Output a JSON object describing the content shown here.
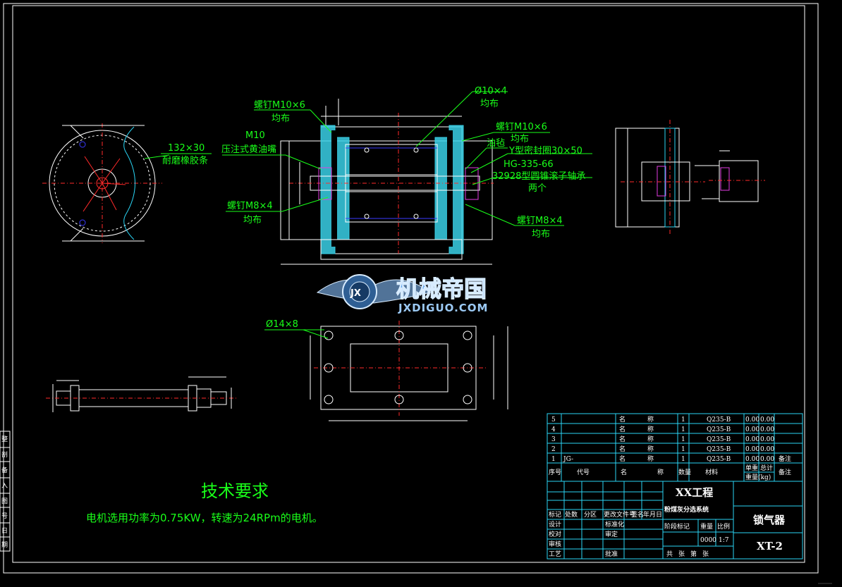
{
  "labels": {
    "strip": "132×30",
    "strip_desc": "耐磨橡胶条",
    "screw_m10_left": "螺钉M10×6",
    "uniform_1": "均布",
    "m10": "M10",
    "grease_cup": "压注式黄油嘴",
    "screw_m8_left": "螺钉M8×4",
    "uniform_2": "均布",
    "hole_d10": "Ø10×4",
    "uniform_3": "均布",
    "screw_m10_right": "螺钉M10×6",
    "uniform_4": "均布",
    "felt": "油毡",
    "y_seal": "Y型密封圈30×50",
    "hg_std": "HG-335-66",
    "bearing": "32928型圆锥滚子轴承",
    "bearing_qty": "两个",
    "screw_m8_right": "螺钉M8×4",
    "uniform_5": "均布",
    "hole_d14": "Ø14×8"
  },
  "logo": {
    "cn": "机械帝国",
    "en": "JXDIGUO.COM",
    "badge": "JX"
  },
  "requirements": {
    "title": "技术要求",
    "text": "电机选用功率为0.75KW，转速为24RPm的电机。"
  },
  "bom": {
    "rows": [
      {
        "no": "5",
        "code": "",
        "name1": "名",
        "name2": "称",
        "qty": "1",
        "material": "Q235-B",
        "w1": "0.00",
        "w2": "0.00",
        "remark": ""
      },
      {
        "no": "4",
        "code": "",
        "name1": "名",
        "name2": "称",
        "qty": "1",
        "material": "Q235-B",
        "w1": "0.00",
        "w2": "0.00",
        "remark": ""
      },
      {
        "no": "3",
        "code": "",
        "name1": "名",
        "name2": "称",
        "qty": "1",
        "material": "Q235-B",
        "w1": "0.00",
        "w2": "0.00",
        "remark": ""
      },
      {
        "no": "2",
        "code": "",
        "name1": "名",
        "name2": "称",
        "qty": "1",
        "material": "Q235-B",
        "w1": "0.00",
        "w2": "0.00",
        "remark": ""
      },
      {
        "no": "1",
        "code": "JG-",
        "name1": "名",
        "name2": "称",
        "qty": "1",
        "material": "Q235-B",
        "w1": "0.00",
        "w2": "0.00",
        "remark": "备注"
      }
    ],
    "header": {
      "no": "序号",
      "code": "代号",
      "name1": "名",
      "name2": "称",
      "qty": "数量",
      "material": "材料",
      "unit_w": "单重",
      "unit_w2": "重量(kg)",
      "total_w": "总计",
      "remark": "备注"
    }
  },
  "title_block": {
    "project": "XX工程",
    "system": "粉煤灰分选系统",
    "part_name": "锁气器",
    "drawing_no": "XT-2",
    "stage_mark": "阶段标记",
    "weight": "重量",
    "scale": "比例",
    "weight_val": "0000",
    "scale_val": "1:7",
    "sheets": "共张第张",
    "labels": {
      "mark": "标记",
      "count": "处数",
      "zone": "分区",
      "change_doc": "更改文件号",
      "sign": "签名",
      "date": "年月日",
      "design": "设计",
      "standardize": "标准化",
      "check": "校对",
      "review": "审定",
      "process": "审核",
      "craft": "工艺",
      "approve": "批准"
    }
  },
  "side_marks": [
    "整",
    "剖",
    "备",
    "入",
    "图",
    "号",
    "日",
    "期"
  ]
}
